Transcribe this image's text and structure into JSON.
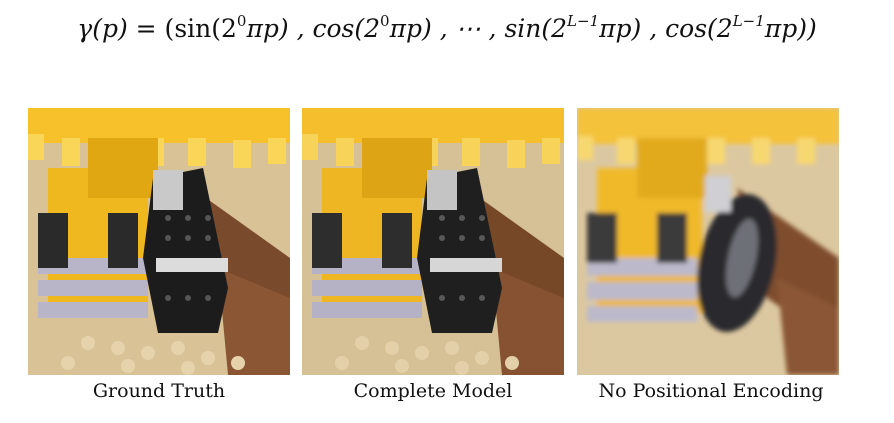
{
  "equation": {
    "lhs": "γ(p)",
    "eq": " = (sin(2",
    "exp0": "0",
    "t1": "πp) , cos(2",
    "exp1": "0",
    "t2": "πp) , ⋯ , sin(2",
    "exp2": "L−1",
    "t3": "πp) , cos(2",
    "exp3": "L−1",
    "t4": "πp))"
  },
  "figure": {
    "captions": [
      "Ground Truth",
      "Complete Model",
      "No Positional Encoding"
    ]
  },
  "colors": {
    "lego_yellow": "#f6c12a",
    "tread_black": "#1c1c1c",
    "steps_lilac": "#b7b4c8",
    "brown_frame": "#7a4a2c",
    "base_tan": "#dcc79f"
  }
}
